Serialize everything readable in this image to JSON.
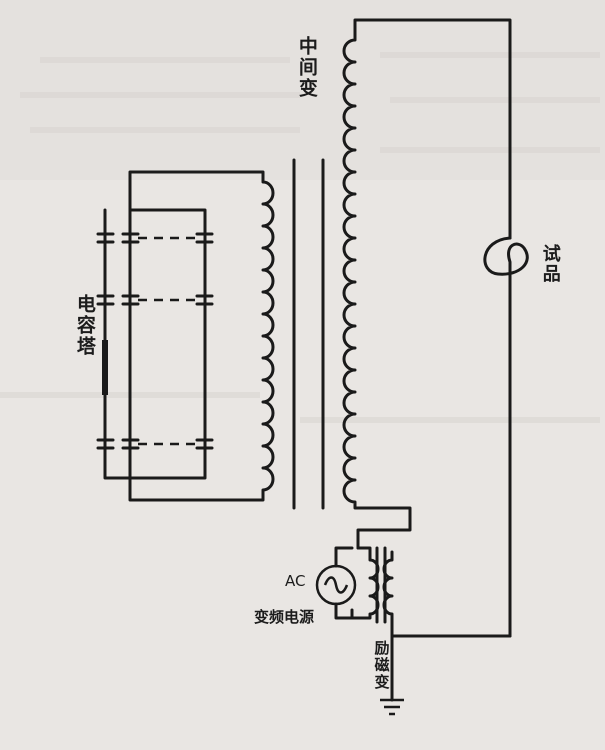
{
  "labels": {
    "intermediate_transformer": "中间变",
    "test_object": "试品",
    "capacitor_tower": "电容塔",
    "ac": "AC",
    "variable_frequency_source": "变频电源",
    "exciting_transformer": "励磁变"
  },
  "colors": {
    "line": "#1a1a1a",
    "background": "#e9e6e3",
    "ghost_text": "#cfcbc7"
  }
}
